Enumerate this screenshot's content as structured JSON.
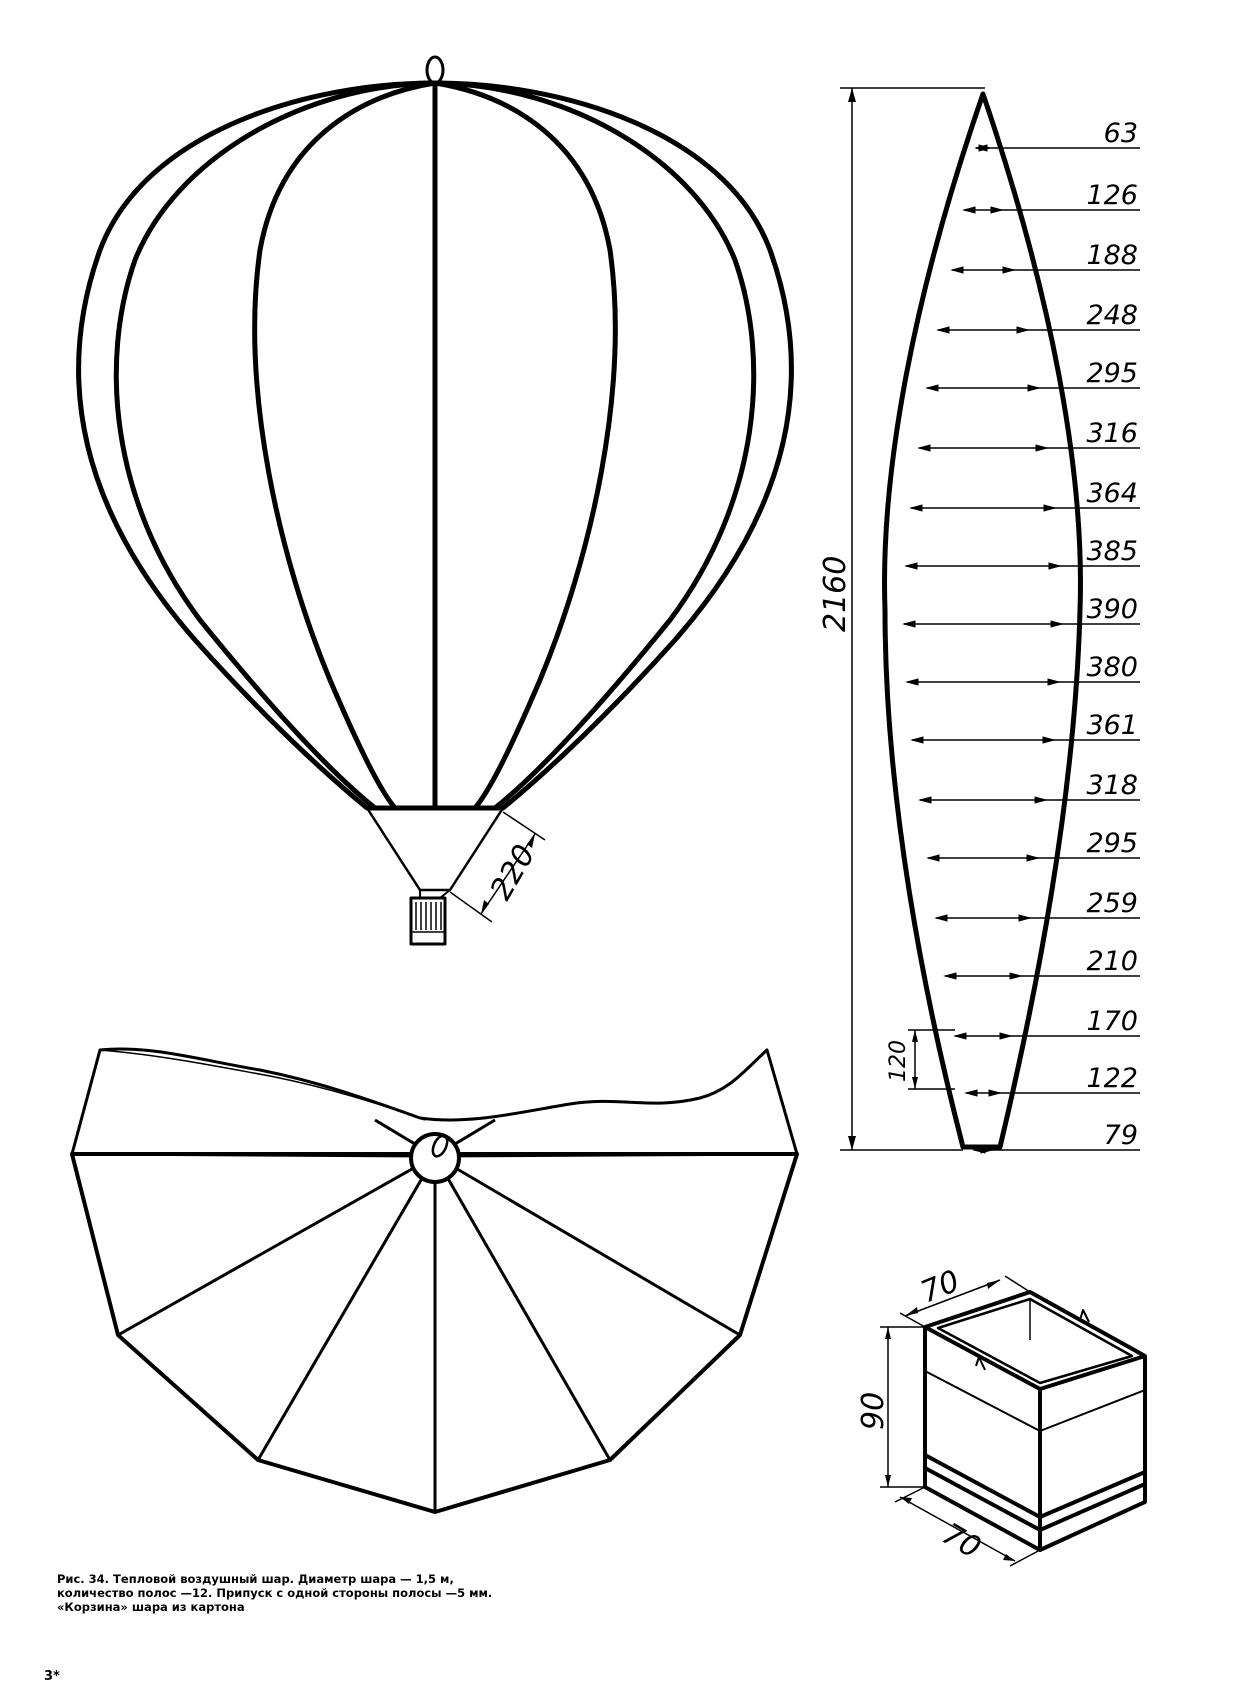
{
  "figure": {
    "caption": "Рис. 34. Тепловой воздушный шар. Диаметр шара — 1,5 м, количество полос —12. Припуск с одной стороны полосы —5 мм. «Корзина» шара из картона",
    "page_number": "3*"
  },
  "balloon": {
    "neck_length_label": "220"
  },
  "gore": {
    "total_length_label": "2160",
    "spacing_label": "120",
    "widths": [
      "63",
      "126",
      "188",
      "248",
      "295",
      "316",
      "364",
      "385",
      "390",
      "380",
      "361",
      "318",
      "295",
      "259",
      "210",
      "170",
      "122",
      "79"
    ]
  },
  "basket": {
    "top_width_label": "70",
    "height_label": "90",
    "bottom_width_label": "70"
  }
}
